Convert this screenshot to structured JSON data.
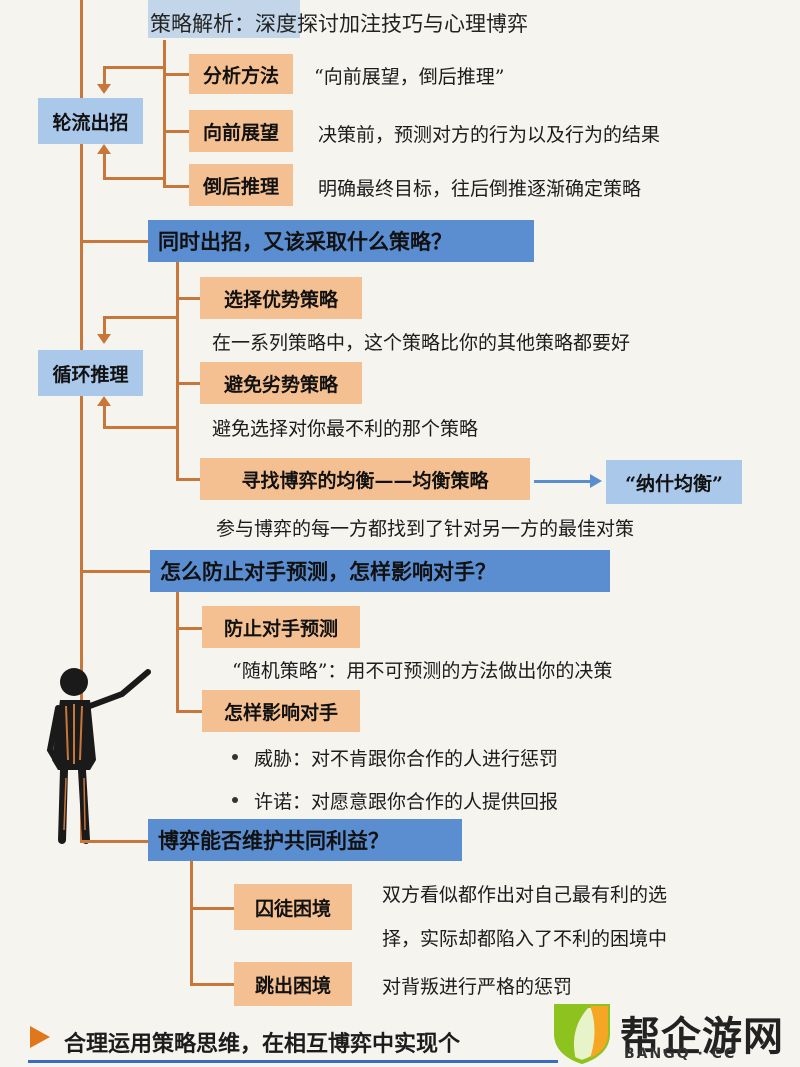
{
  "page_title": "策略解析：深度探讨加注技巧与心理博弈",
  "section1": {
    "side_label": "轮流出招",
    "items": [
      {
        "label": "分析方法",
        "desc": "“向前展望，倒后推理”"
      },
      {
        "label": "向前展望",
        "desc": "决策前，预测对方的行为以及行为的结果"
      },
      {
        "label": "倒后推理",
        "desc": "明确最终目标，往后倒推逐渐确定策略"
      }
    ]
  },
  "section2": {
    "heading": "同时出招，又该采取什么策略？",
    "side_label": "循环推理",
    "items": [
      {
        "label": "选择优势策略",
        "desc": "在一系列策略中，这个策略比你的其他策略都要好"
      },
      {
        "label": "避免劣势策略",
        "desc": "避免选择对你最不利的那个策略"
      },
      {
        "label": "寻找博弈的均衡——均衡策略",
        "desc": "参与博弈的每一方都找到了针对另一方的最佳对策"
      }
    ],
    "nash_label": "“纳什均衡”"
  },
  "section3": {
    "heading": "怎么防止对手预测，怎样影响对手？",
    "items": [
      {
        "label": "防止对手预测",
        "desc": "“随机策略”：用不可预测的方法做出你的决策"
      },
      {
        "label": "怎样影响对手"
      }
    ],
    "bullets": [
      "威胁：对不肯跟你合作的人进行惩罚",
      "许诺：对愿意跟你合作的人提供回报"
    ]
  },
  "section4": {
    "heading": "博弈能否维护共同利益？",
    "items": [
      {
        "label": "囚徒困境",
        "desc_line1": "双方看似都作出对自己最有利的选",
        "desc_line2": "择，实际却都陷入了不利的困境中"
      },
      {
        "label": "跳出困境",
        "desc_line1": "对背叛进行严格的惩罚"
      }
    ]
  },
  "footer": {
    "text": "合理运用策略思维，在相互博弈中实现个"
  },
  "logo": {
    "main": "帮企游网",
    "sub": "BANGQ · CC"
  },
  "colors": {
    "blue": "#5b8ed1",
    "peach": "#f5c091",
    "line": "#c8773a",
    "side": "#aac8ea"
  }
}
